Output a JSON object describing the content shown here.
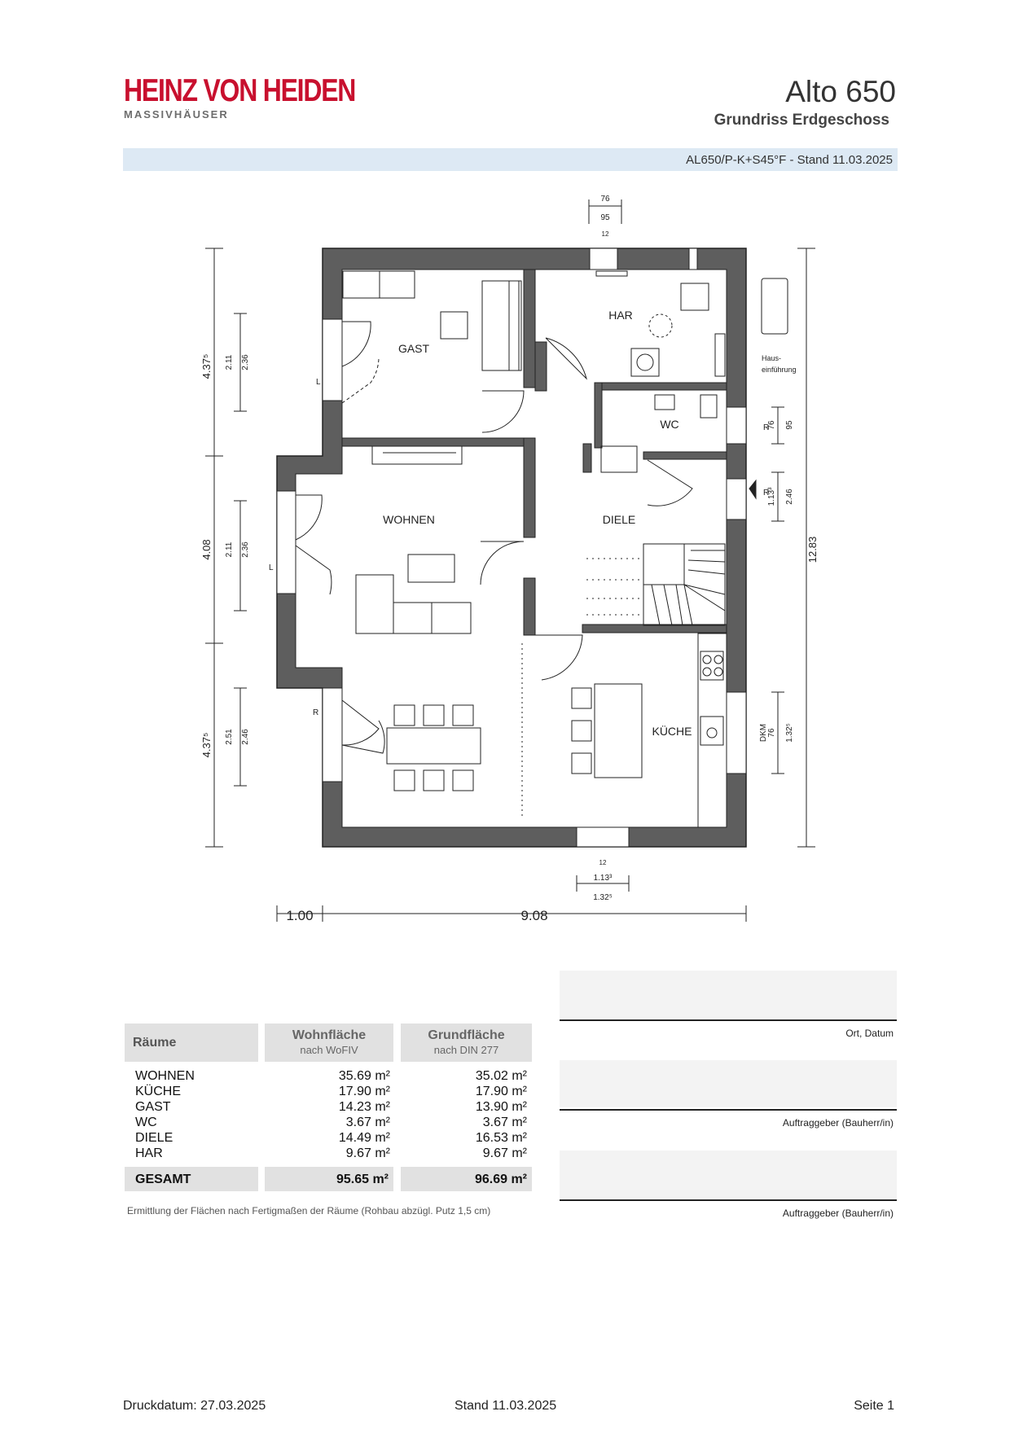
{
  "header": {
    "logo_main": "HEINZ VON HEIDEN",
    "logo_sub": "MASSIVHÄUSER",
    "title": "Alto 650",
    "subtitle": "Grundriss Erdgeschoss",
    "plan_ref": "AL650/P-K+S45°F - Stand 11.03.2025"
  },
  "plan": {
    "rooms": {
      "gast": "GAST",
      "har": "HAR",
      "wc": "WC",
      "wohnen": "WOHNEN",
      "diele": "DIELE",
      "kueche": "KÜCHE"
    },
    "annotation_har": [
      "Haus-",
      "einführung"
    ],
    "dimensions": {
      "left_total": [
        "4.37⁵",
        "4.08",
        "4.37⁵"
      ],
      "left_openings": [
        "2.11",
        "2.36",
        "2.11",
        "2.36",
        "2.51",
        "2.46"
      ],
      "right_total": "12.83",
      "right_openings": [
        "76",
        "95",
        "1.13³",
        "2.46",
        "76",
        "1.32⁵"
      ],
      "top": [
        "76",
        "95",
        "12"
      ],
      "bottom_window": [
        "12",
        "1.13³",
        "1.32⁵"
      ],
      "bottom_total": [
        "1.00",
        "9.08"
      ],
      "markers": [
        "L",
        "L",
        "R",
        "R",
        "R",
        "DKM"
      ]
    }
  },
  "table": {
    "col1_header": "Räume",
    "col2_header": "Wohnfläche",
    "col2_sub": "nach WoFIV",
    "col3_header": "Grundfläche",
    "col3_sub": "nach DIN 277",
    "rows": [
      {
        "room": "WOHNEN",
        "wohn": "35.69 m²",
        "grund": "35.02 m²"
      },
      {
        "room": "KÜCHE",
        "wohn": "17.90 m²",
        "grund": "17.90 m²"
      },
      {
        "room": "GAST",
        "wohn": "14.23 m²",
        "grund": "13.90 m²"
      },
      {
        "room": "WC",
        "wohn": "3.67 m²",
        "grund": "3.67 m²"
      },
      {
        "room": "DIELE",
        "wohn": "14.49 m²",
        "grund": "16.53 m²"
      },
      {
        "room": "HAR",
        "wohn": "9.67 m²",
        "grund": "9.67 m²"
      }
    ],
    "total_label": "GESAMT",
    "total_wohn": "95.65 m²",
    "total_grund": "96.69 m²",
    "note": "Ermittlung der Flächen nach Fertigmaßen der Räume  (Rohbau abzügl. Putz 1,5 cm)"
  },
  "signatures": [
    {
      "label": "Ort, Datum"
    },
    {
      "label": "Auftraggeber (Bauherr/in)"
    },
    {
      "label": "Auftraggeber (Bauherr/in)"
    }
  ],
  "footer": {
    "print_date": "Druckdatum: 27.03.2025",
    "stand": "Stand 11.03.2025",
    "page": "Seite 1"
  }
}
